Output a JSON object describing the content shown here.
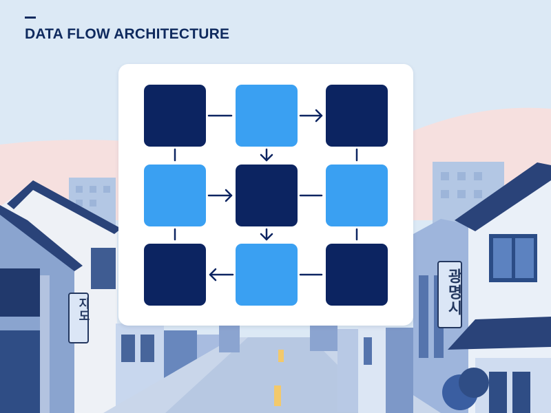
{
  "diagram": {
    "title": "DATA FLOW ARCHITECTURE",
    "nodes": [
      {
        "id": "n1",
        "tone": "dark"
      },
      {
        "id": "n2",
        "tone": "light"
      },
      {
        "id": "n3",
        "tone": "dark"
      },
      {
        "id": "n4",
        "tone": "light"
      },
      {
        "id": "n5",
        "tone": "dark"
      },
      {
        "id": "n6",
        "tone": "light"
      },
      {
        "id": "n7",
        "tone": "dark"
      },
      {
        "id": "n8",
        "tone": "light"
      },
      {
        "id": "n9",
        "tone": "dark"
      }
    ],
    "edges": [
      {
        "from": "n1",
        "to": "n2",
        "arrow": false
      },
      {
        "from": "n2",
        "to": "n3",
        "arrow": true
      },
      {
        "from": "n1",
        "to": "n4",
        "arrow": false
      },
      {
        "from": "n2",
        "to": "n5",
        "arrow": true
      },
      {
        "from": "n3",
        "to": "n6",
        "arrow": false
      },
      {
        "from": "n4",
        "to": "n5",
        "arrow": true
      },
      {
        "from": "n5",
        "to": "n6",
        "arrow": false
      },
      {
        "from": "n4",
        "to": "n7",
        "arrow": false
      },
      {
        "from": "n5",
        "to": "n8",
        "arrow": true
      },
      {
        "from": "n6",
        "to": "n9",
        "arrow": false
      },
      {
        "from": "n8",
        "to": "n7",
        "arrow": true
      },
      {
        "from": "n8",
        "to": "n9",
        "arrow": false
      }
    ]
  },
  "background": {
    "sign_left": "지도",
    "sign_right": "광명시"
  },
  "colors": {
    "sky": "#dce9f5",
    "node_dark": "#0c2461",
    "node_light": "#3aa0f2",
    "connector": "#0c2461",
    "title": "#0f2a5e"
  }
}
